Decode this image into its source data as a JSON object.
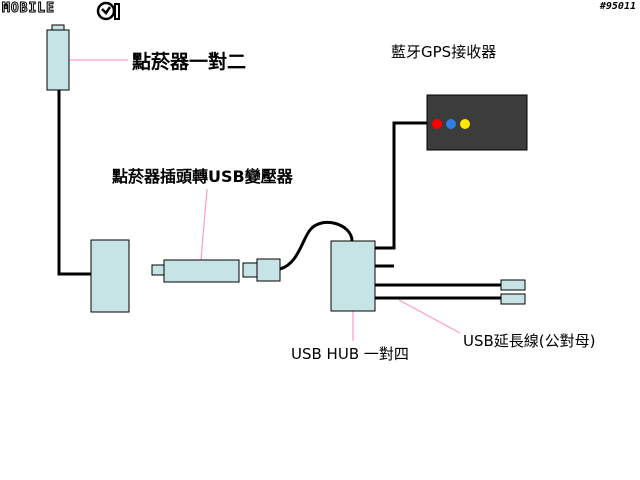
{
  "header": {
    "logo_text": "MOBILE",
    "watermark_tag": "#95011"
  },
  "labels": {
    "splitter": "點菸器一對二",
    "adapter": "點菸器插頭轉USB變壓器",
    "gps_receiver": "藍牙GPS接收器",
    "usb_hub": "USB HUB 一對四",
    "extension": "USB延長線(公對母)"
  },
  "colors": {
    "device_fill": "#c6e3e5",
    "receiver_fill": "#3c3c3c",
    "callout_line": "#ff9acb",
    "led_red": "#ff0000",
    "led_blue": "#2f7fe0",
    "led_yellow": "#ffe800"
  },
  "icons": [
    "mobile01-logo"
  ]
}
